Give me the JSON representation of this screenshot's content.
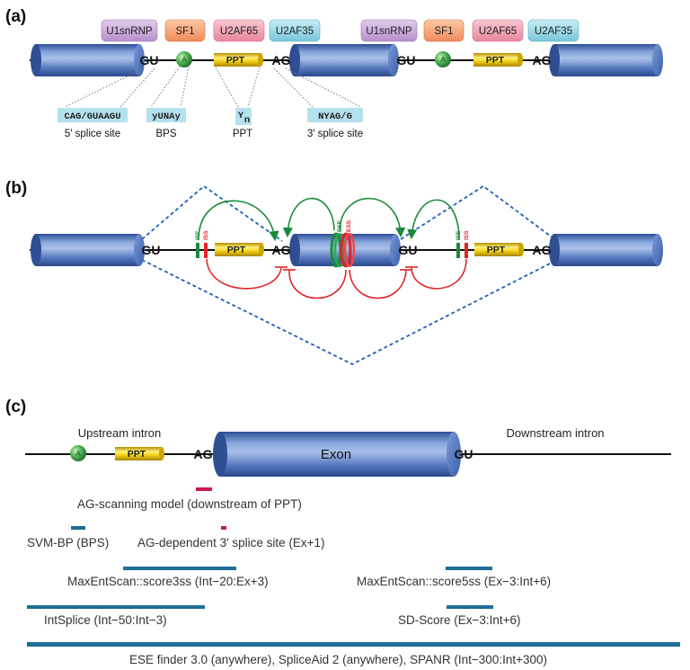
{
  "panels": {
    "a": {
      "label": "(a)",
      "proteins": [
        "U1snRNP",
        "SF1",
        "U2AF65",
        "U2AF35",
        "U1snRNP",
        "SF1",
        "U2AF65",
        "U2AF35"
      ],
      "gu": "GU",
      "ag": "AG",
      "bp": "A",
      "ppt": "PPT",
      "seqs": [
        "CAG/GUAAGU",
        "yUNAy",
        "Y",
        "NYAG/G"
      ],
      "ppt_sub": "n",
      "captions": [
        "5′ splice site",
        "BPS",
        "PPT",
        "3′ splice site"
      ],
      "colors": {
        "u1": "#c8a6d8",
        "sf1": "#f6a57c",
        "u2af65": "#f1a3b5",
        "u2af35": "#9fd9e6"
      }
    },
    "b": {
      "label": "(b)",
      "gu": "GU",
      "ag": "AG",
      "ppt": "PPT",
      "ise": "ISE",
      "iss": "ISS",
      "ese": "ESE",
      "ess": "ESS",
      "colors": {
        "enhancer": "#1a8a3a",
        "silencer": "#e02424",
        "dashed": "#1f5fb8"
      }
    },
    "c": {
      "label": "(c)",
      "upstream": "Upstream intron",
      "downstream": "Downstream intron",
      "exon": "Exon",
      "ag": "AG",
      "gu": "GU",
      "bp": "A",
      "ppt": "PPT",
      "regions": [
        {
          "text": "AG-scanning model (downstream of PPT)",
          "color": "#c8185a"
        },
        {
          "text": "SVM-BP (BPS)",
          "color": "#1e6e96"
        },
        {
          "text": "AG-dependent 3′ splice site (Ex+1)",
          "color": "#c8185a"
        },
        {
          "text": "MaxEntScan::score3ss (Int−20:Ex+3)",
          "color": "#1e6e96"
        },
        {
          "text": "MaxEntScan::score5ss (Ex−3:Int+6)",
          "color": "#1e6e96"
        },
        {
          "text": "IntSplice (Int−50:Int−3)",
          "color": "#1e6e96"
        },
        {
          "text": "SD-Score (Ex−3:Int+6)",
          "color": "#1e6e96"
        },
        {
          "text": "ESE finder 3.0 (anywhere), SpliceAid 2 (anywhere), SPANR (Int−300:Int+300)",
          "color": "#1e6e96"
        }
      ]
    }
  }
}
